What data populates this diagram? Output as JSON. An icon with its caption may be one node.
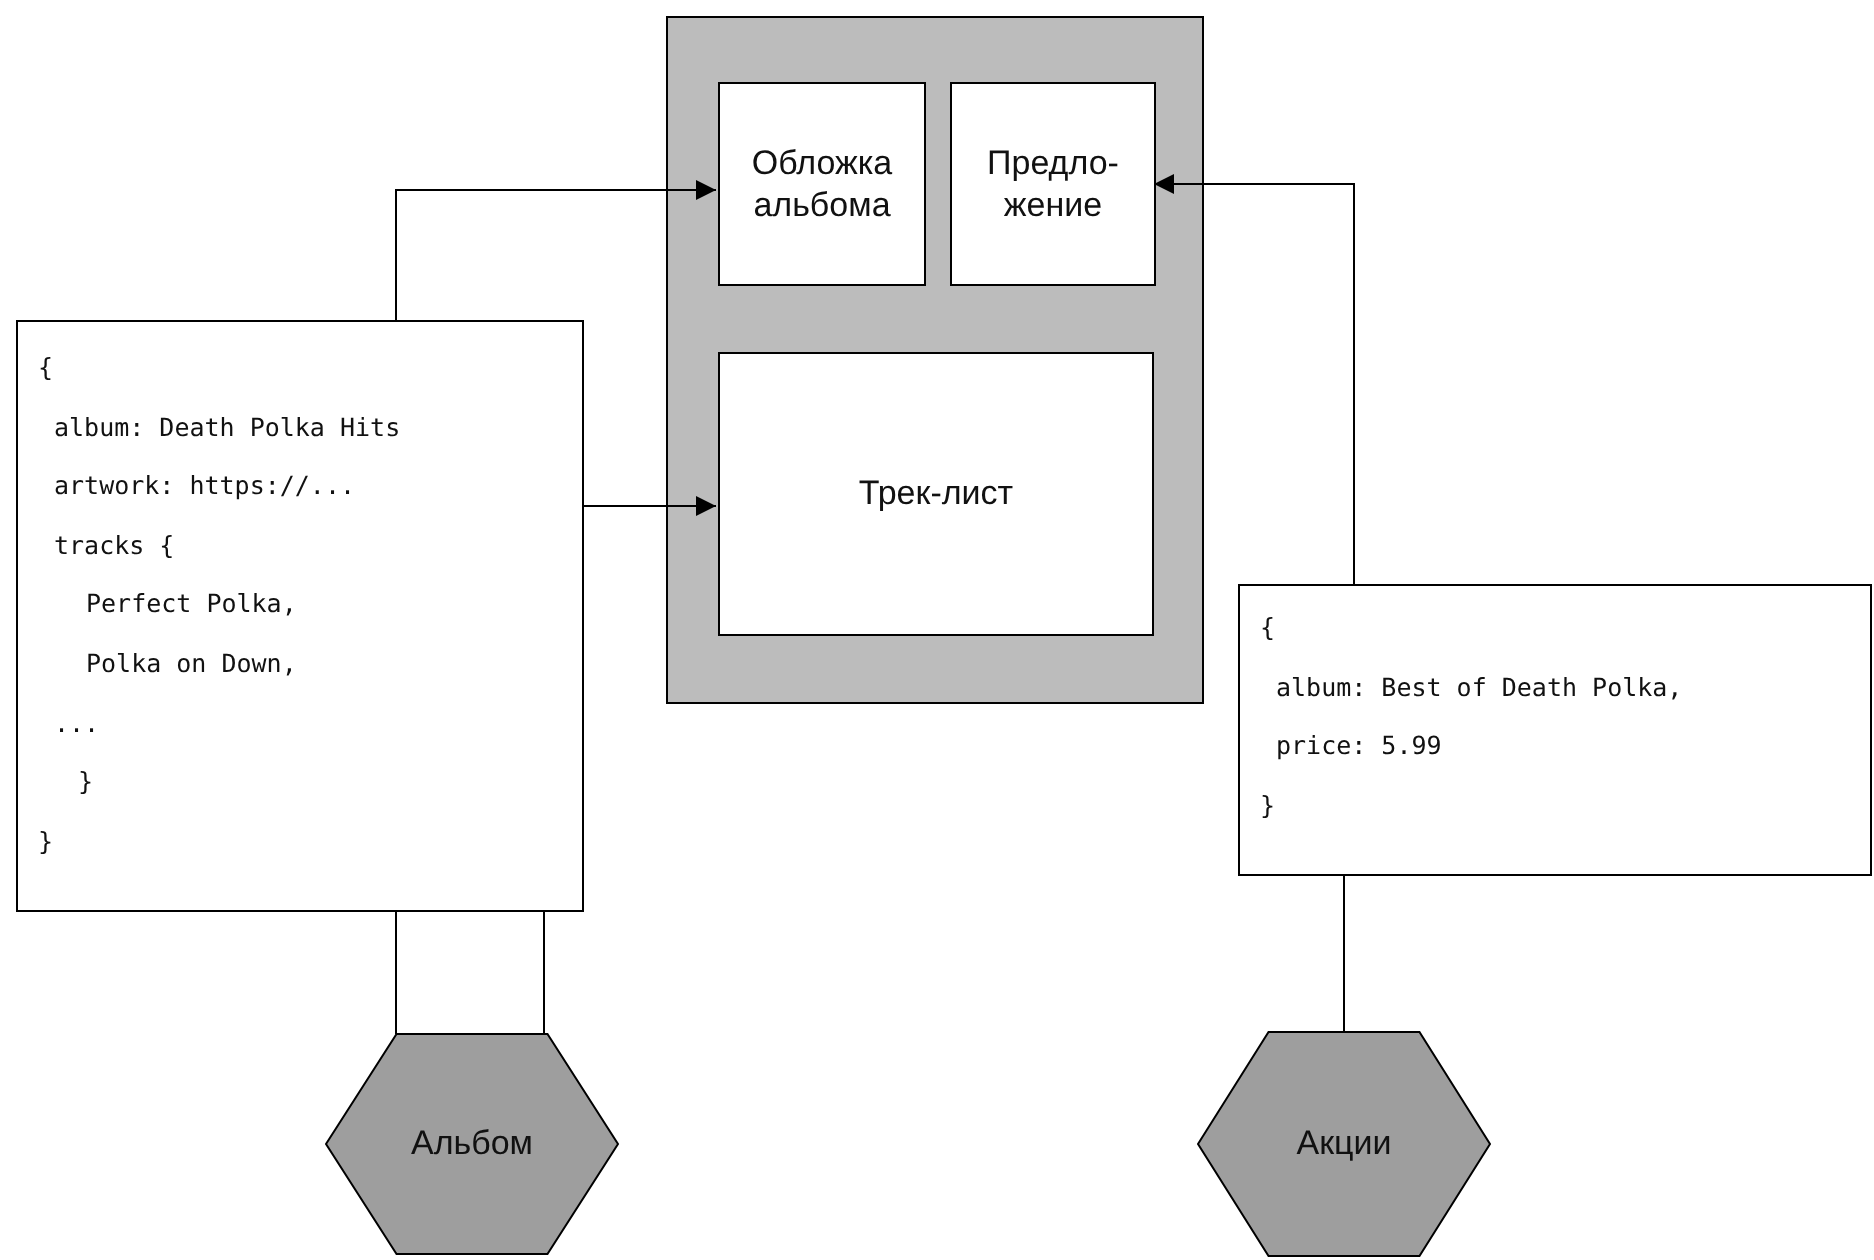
{
  "diagram": {
    "nodes": [
      {
        "text": [],
        "shape": "box"
      },
      {
        "text": [
          "Обложка альбома"
        ],
        "in": 0
      },
      {
        "text": [
          "Предло-жение"
        ],
        "in": 0
      },
      {
        "text": [
          "Трек-лист"
        ],
        "in": 0
      },
      {
        "text": [
          "{",
          "album: Death Polka Hits",
          "artwork: https://...",
          "tracks {",
          "Perfect Polka,",
          "Polka on Down,",
          "...",
          "}",
          "}"
        ]
      },
      {
        "text": [
          "{",
          "album: Best of Death Polka,",
          "price: 5.99",
          "}"
        ]
      },
      {
        "text": [
          "Альбом"
        ]
      },
      {
        "text": [
          "Акции"
        ]
      }
    ],
    "edges": [
      {
        "from": 4,
        "to": 1,
        "arrow": "to"
      },
      {
        "from": 4,
        "to": 3,
        "arrow": "to"
      },
      {
        "from": 5,
        "to": 2,
        "arrow": "to"
      },
      {
        "from": 6,
        "to": 4,
        "arrow": "none"
      },
      {
        "from": 6,
        "to": 4,
        "arrow": "none"
      },
      {
        "from": 7,
        "to": 5,
        "arrow": "none"
      }
    ]
  }
}
